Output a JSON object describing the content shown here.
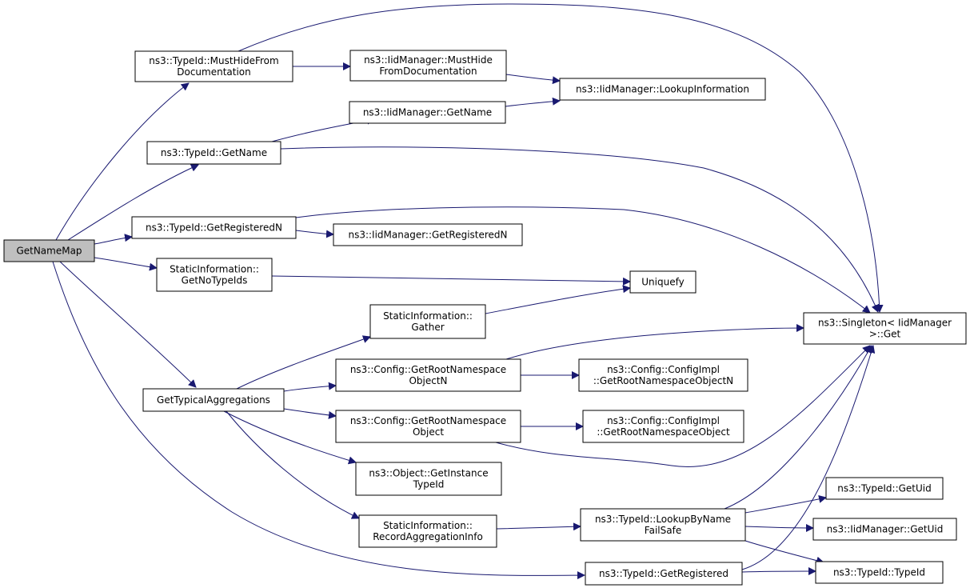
{
  "nodes": {
    "getnamemap": [
      "GetNameMap"
    ],
    "mustHide": [
      "ns3::TypeId::MustHideFrom",
      "Documentation"
    ],
    "iidMustHide": [
      "ns3::IidManager::MustHide",
      "FromDocumentation"
    ],
    "lookupInfo": [
      "ns3::IidManager::LookupInformation"
    ],
    "iidGetName": [
      "ns3::IidManager::GetName"
    ],
    "typeGetName": [
      "ns3::TypeId::GetName"
    ],
    "getRegN": [
      "ns3::TypeId::GetRegisteredN"
    ],
    "iidGetRegN": [
      "ns3::IidManager::GetRegisteredN"
    ],
    "noTypeIds": [
      "StaticInformation::",
      "GetNoTypeIds"
    ],
    "uniquefy": [
      "Uniquefy"
    ],
    "gather": [
      "StaticInformation::",
      "Gather"
    ],
    "singleton": [
      "ns3::Singleton< IidManager",
      " >::Get"
    ],
    "typicalAgg": [
      "GetTypicalAggregations"
    ],
    "rootNsObjN": [
      "ns3::Config::GetRootNamespace",
      "ObjectN"
    ],
    "implRootNsObjN": [
      "ns3::Config::ConfigImpl",
      "::GetRootNamespaceObjectN"
    ],
    "rootNsObj": [
      "ns3::Config::GetRootNamespace",
      "Object"
    ],
    "implRootNsObj": [
      "ns3::Config::ConfigImpl",
      "::GetRootNamespaceObject"
    ],
    "getInstTypeId": [
      "ns3::Object::GetInstance",
      "TypeId"
    ],
    "recordAgg": [
      "StaticInformation::",
      "RecordAggregationInfo"
    ],
    "lookupByName": [
      "ns3::TypeId::LookupByName",
      "FailSafe"
    ],
    "getUid": [
      "ns3::TypeId::GetUid"
    ],
    "iidGetUid": [
      "ns3::IidManager::GetUid"
    ],
    "getRegistered": [
      "ns3::TypeId::GetRegistered"
    ],
    "typeIdCtor": [
      "ns3::TypeId::TypeId"
    ]
  },
  "edges": [
    [
      "getnamemap",
      "mustHide"
    ],
    [
      "getnamemap",
      "typeGetName"
    ],
    [
      "getnamemap",
      "getRegN"
    ],
    [
      "getnamemap",
      "noTypeIds"
    ],
    [
      "getnamemap",
      "typicalAgg"
    ],
    [
      "getnamemap",
      "getRegistered"
    ],
    [
      "mustHide",
      "iidMustHide"
    ],
    [
      "mustHide",
      "singleton"
    ],
    [
      "iidMustHide",
      "lookupInfo"
    ],
    [
      "typeGetName",
      "iidGetName"
    ],
    [
      "typeGetName",
      "singleton"
    ],
    [
      "iidGetName",
      "lookupInfo"
    ],
    [
      "getRegN",
      "iidGetRegN"
    ],
    [
      "getRegN",
      "singleton"
    ],
    [
      "noTypeIds",
      "uniquefy"
    ],
    [
      "gather",
      "uniquefy"
    ],
    [
      "typicalAgg",
      "gather"
    ],
    [
      "typicalAgg",
      "rootNsObjN"
    ],
    [
      "typicalAgg",
      "rootNsObj"
    ],
    [
      "typicalAgg",
      "getInstTypeId"
    ],
    [
      "typicalAgg",
      "recordAgg"
    ],
    [
      "rootNsObjN",
      "implRootNsObjN"
    ],
    [
      "rootNsObjN",
      "singleton"
    ],
    [
      "rootNsObj",
      "implRootNsObj"
    ],
    [
      "rootNsObj",
      "singleton"
    ],
    [
      "recordAgg",
      "lookupByName"
    ],
    [
      "lookupByName",
      "singleton"
    ],
    [
      "lookupByName",
      "getUid"
    ],
    [
      "lookupByName",
      "iidGetUid"
    ],
    [
      "lookupByName",
      "typeIdCtor"
    ],
    [
      "getRegistered",
      "singleton"
    ],
    [
      "getRegistered",
      "typeIdCtor"
    ]
  ]
}
